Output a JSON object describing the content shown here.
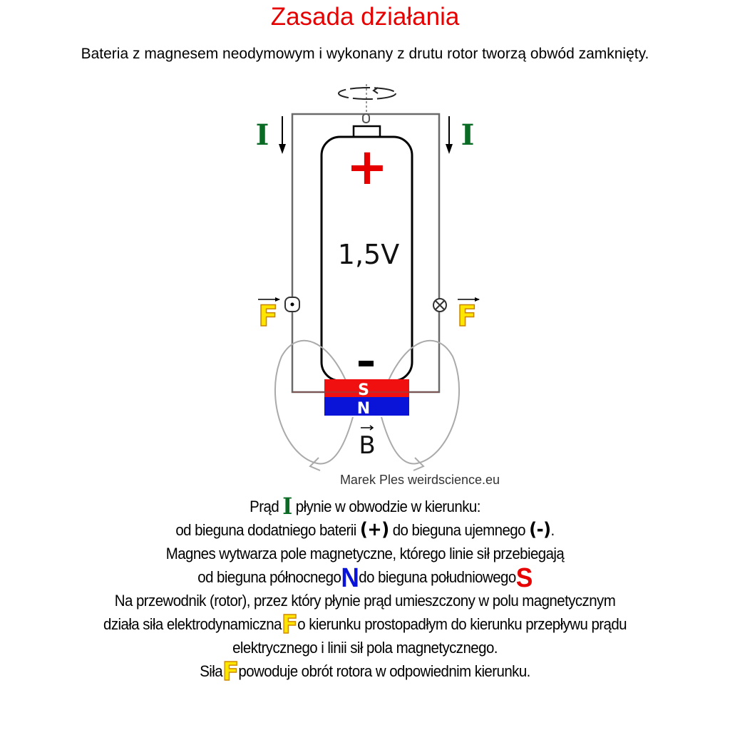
{
  "title": "Zasada działania",
  "subtitle": "Bateria z magnesem neodymowym i wykonany z drutu rotor tworzą obwód zamknięty.",
  "diagram": {
    "current_label": "I",
    "force_label": "F",
    "voltage": "1,5V",
    "plus": "+",
    "minus": "-",
    "magnet_south": "S",
    "magnet_north": "N",
    "field_label": "B",
    "credit": "Marek Ples weirdscience.eu",
    "colors": {
      "current": "#0a6b24",
      "plus": "#e60000",
      "south": "#e60000",
      "north": "#0a14d8",
      "force": "#ffe600"
    }
  },
  "description": {
    "l1a": "Prąd",
    "l1sym": "I",
    "l1b": "płynie w obwodzie w kierunku:",
    "l2a": "od bieguna dodatniego baterii",
    "l2sym1": "(+)",
    "l2b": "do bieguna ujemnego",
    "l2sym2": "(-)",
    "l2c": ".",
    "l3": "Magnes wytwarza pole magnetyczne, którego linie sił przebiegają",
    "l4a": "od bieguna północnego",
    "l4n": "N",
    "l4b": "do bieguna południowego",
    "l4s": "S",
    "l5": "Na przewodnik (rotor), przez który płynie prąd umieszczony w polu magnetycznym",
    "l6a": "działa siła elektrodynamiczna",
    "l6f": "F",
    "l6b": "o kierunku prostopadłym do kierunku przepływu prądu",
    "l7": "elektrycznego i linii sił pola magnetycznego.",
    "l8a": "Siła",
    "l8f": "F",
    "l8b": "powoduje obrót rotora w odpowiednim kierunku."
  }
}
